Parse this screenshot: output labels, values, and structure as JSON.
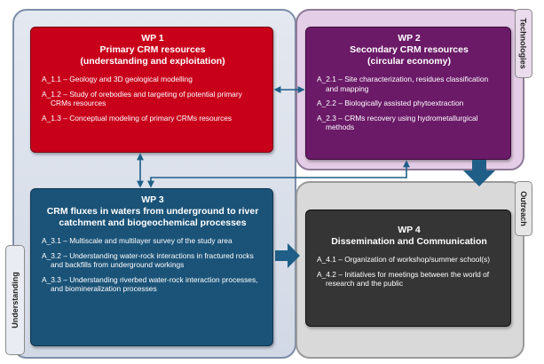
{
  "panels": {
    "technologies": "Technologies",
    "outreach": "Outreach",
    "understanding": "Understanding"
  },
  "wp1": {
    "title_1": "WP 1",
    "title_2": "Primary CRM resources",
    "title_3": "(understanding and exploitation)",
    "activities": [
      "A_1.1 – Geology and 3D geological modelling",
      "A_1.2 – Study of orebodies and targeting of potential primary CRMs resources",
      "A_1.3 – Conceptual modeling of primary CRMs resources"
    ]
  },
  "wp2": {
    "title_1": "WP 2",
    "title_2": "Secondary CRM resources",
    "title_3": "(circular economy)",
    "activities": [
      "A_2.1 – Site characterization, residues classification and mapping",
      "A_2.2 – Biologically assisted phytoextraction",
      "A_2.3 – CRMs recovery using hydrometallurgical methods"
    ]
  },
  "wp3": {
    "title_1": "WP 3",
    "title_2": "CRM fluxes in waters from underground to river catchment and biogeochemical processes",
    "activities": [
      "A_3.1 – Multiscale and multilayer survey of the study area",
      "A_3.2 – Understanding water-rock interactions in fractured rocks and backfills from underground workings",
      "A_3.3 – Understanding riverbed water-rock interaction processes, and biomineralization processes"
    ]
  },
  "wp4": {
    "title_1": "WP 4",
    "title_2": "Dissemination and Communication",
    "activities": [
      "A_4.1 – Organization of workshop/summer school(s)",
      "A_4.2 – Initiatives for meetings between the world of research and the public"
    ]
  },
  "colors": {
    "wp1": "#c8001a",
    "wp2": "#6b1a68",
    "wp3": "#1b5378",
    "wp4": "#353535",
    "arrows": "#1f5f87"
  }
}
